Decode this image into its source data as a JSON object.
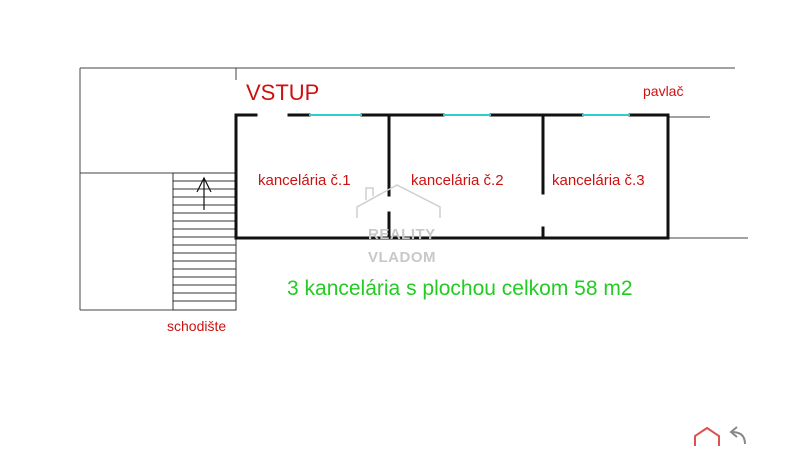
{
  "labels": {
    "entrance": "VSTUP",
    "gallery": "pavlač",
    "stairs": "schodište"
  },
  "rooms": [
    {
      "label": "kancelária č.1"
    },
    {
      "label": "kancelária č.2"
    },
    {
      "label": "kancelária č.3"
    }
  ],
  "summary": "3 kancelária s plochou celkom 58 m2",
  "watermark": {
    "line1": "REALITY",
    "line2": "VLADOM"
  },
  "colors": {
    "wall": "#000000",
    "window": "#33cccc",
    "label": "#cc1111",
    "summary": "#22cc22"
  },
  "icons": [
    "house-logo-icon",
    "back-arrow-icon",
    "stairs-arrow-icon"
  ]
}
